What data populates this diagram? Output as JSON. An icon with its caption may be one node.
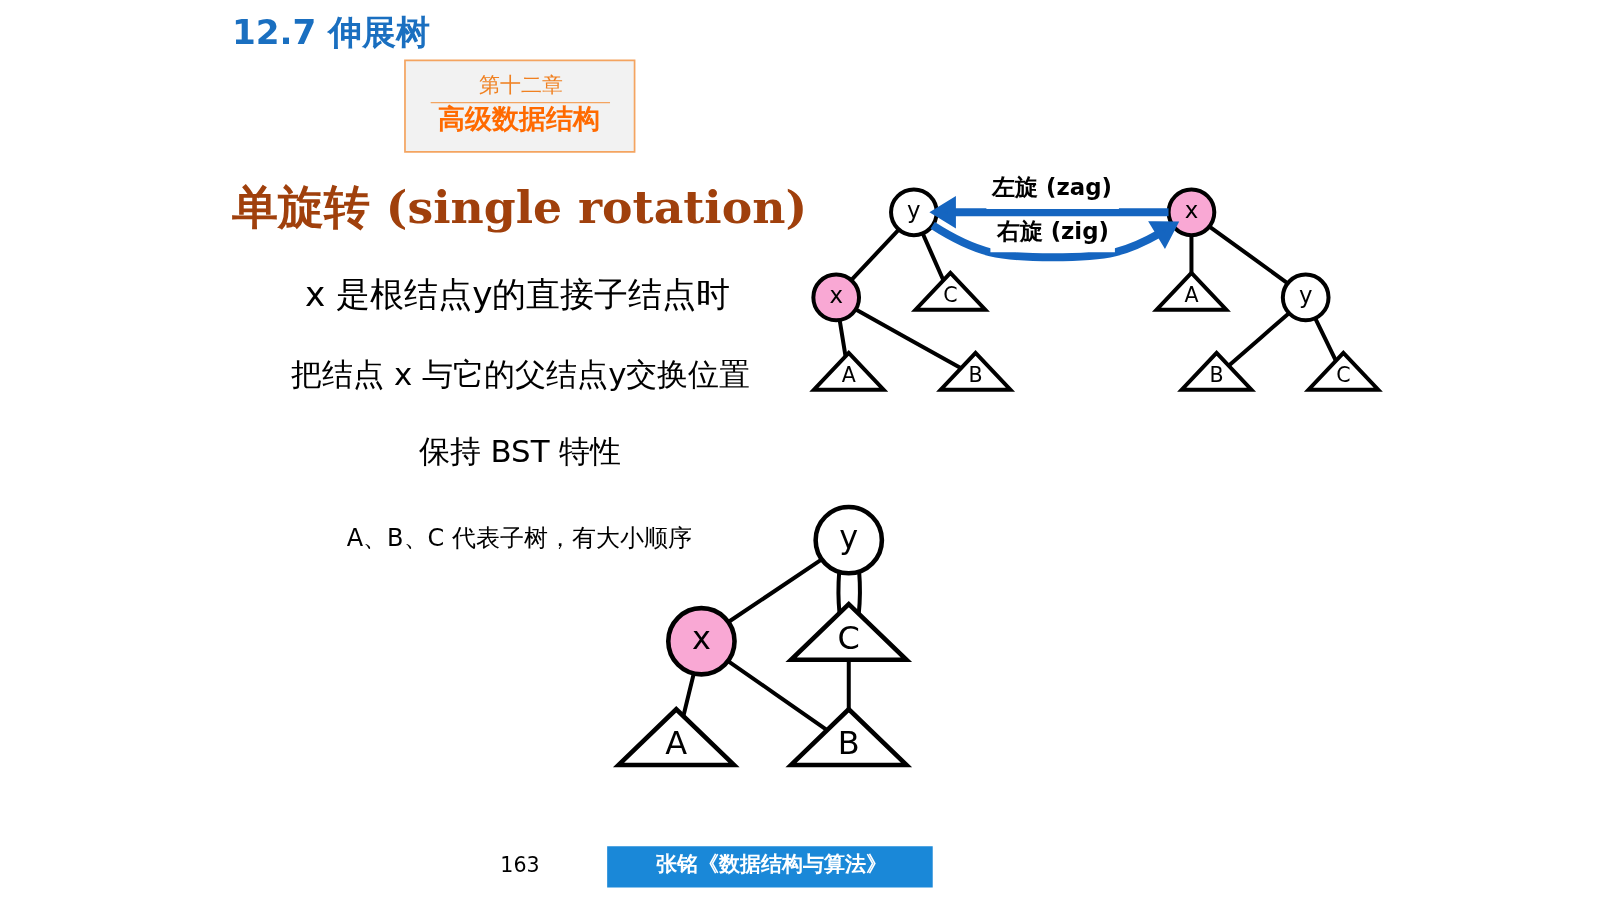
{
  "diagram": {
    "title": "12.7 伸展树",
    "nodes": [
      {
        "text": [
          "第十二章",
          "高级数据结构"
        ]
      },
      {
        "text": [
          "y"
        ]
      },
      {
        "text": [
          "x"
        ]
      },
      {
        "text": [
          "C"
        ]
      },
      {
        "text": [
          "A"
        ]
      },
      {
        "text": [
          "B"
        ]
      },
      {
        "text": [
          "x"
        ]
      },
      {
        "text": [
          "A"
        ]
      },
      {
        "text": [
          "y"
        ]
      },
      {
        "text": [
          "B"
        ]
      },
      {
        "text": [
          "C"
        ]
      },
      {
        "text": [
          "y"
        ]
      },
      {
        "text": [
          "x"
        ]
      },
      {
        "text": [
          "C"
        ]
      },
      {
        "text": [
          "A"
        ]
      },
      {
        "text": [
          "B"
        ]
      }
    ],
    "edges": [
      {
        "from": 1,
        "to": 2,
        "arrow": "none"
      },
      {
        "from": 1,
        "to": 3,
        "arrow": "none"
      },
      {
        "from": 2,
        "to": 4,
        "arrow": "none"
      },
      {
        "from": 2,
        "to": 5,
        "arrow": "none"
      },
      {
        "from": 1,
        "to": 6,
        "arrow": "to",
        "label": "右旋 (zig)",
        "style": "thick",
        "color": "#1565c0"
      },
      {
        "from": 6,
        "to": 1,
        "arrow": "to",
        "label": "左旋 (zag)",
        "style": "thick",
        "color": "#1565c0"
      },
      {
        "from": 6,
        "to": 7,
        "arrow": "none"
      },
      {
        "from": 6,
        "to": 8,
        "arrow": "none"
      },
      {
        "from": 8,
        "to": 9,
        "arrow": "none"
      },
      {
        "from": 8,
        "to": 10,
        "arrow": "none"
      },
      {
        "from": 11,
        "to": 12,
        "arrow": "none"
      },
      {
        "from": 11,
        "to": 13,
        "arrow": "none"
      },
      {
        "from": 11,
        "to": 13,
        "arrow": "none"
      },
      {
        "from": 12,
        "to": 14,
        "arrow": "none"
      },
      {
        "from": 12,
        "to": 15,
        "arrow": "none"
      },
      {
        "from": 13,
        "to": 15,
        "arrow": "none"
      }
    ],
    "labels": [
      "单旋转 (single rotation)",
      "x 是根结点y的直接子结点时",
      "把结点 x 与它的父结点y交换位置",
      "保持 BST 特性",
      "A、B、C 代表子树，有大小顺序",
      "163",
      "张铭《数据结构与算法》"
    ]
  }
}
